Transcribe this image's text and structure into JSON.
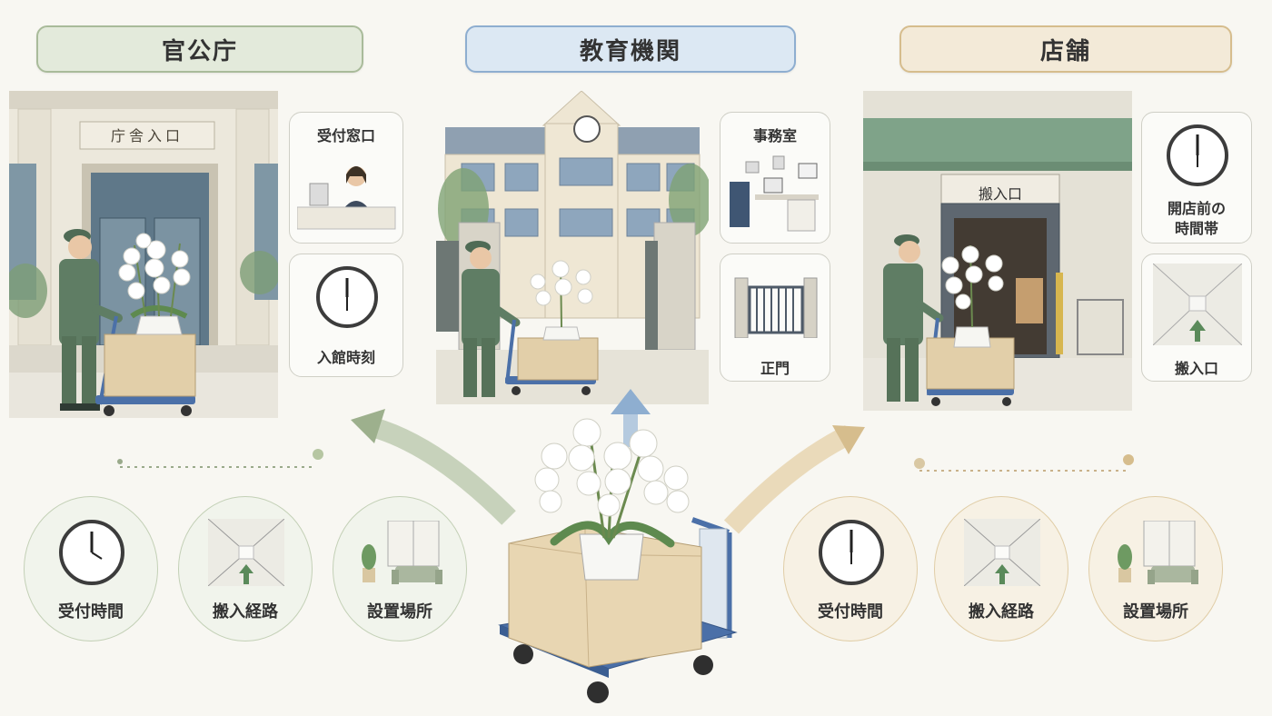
{
  "headers": {
    "government": "官公庁",
    "education": "教育機関",
    "store": "店舗"
  },
  "government": {
    "building_sign": "庁舎入口",
    "cards": [
      {
        "label": "受付窓口",
        "icon": "reception-desk-icon"
      },
      {
        "label": "入館時刻",
        "icon": "clock-icon"
      }
    ],
    "circles": [
      {
        "label": "受付時間",
        "icon": "clock-icon"
      },
      {
        "label": "搬入経路",
        "icon": "corridor-icon"
      },
      {
        "label": "設置場所",
        "icon": "lounge-icon"
      }
    ]
  },
  "education": {
    "cards": [
      {
        "label": "事務室",
        "icon": "office-icon"
      },
      {
        "label": "正門",
        "icon": "gate-icon"
      }
    ]
  },
  "store": {
    "building_sign": "搬入口",
    "cards": [
      {
        "label": "開店前の",
        "label2": "時間帯",
        "icon": "clock-icon"
      },
      {
        "label": "搬入口",
        "icon": "corridor-icon"
      }
    ],
    "circles": [
      {
        "label": "受付時間",
        "icon": "clock-icon"
      },
      {
        "label": "搬入経路",
        "icon": "corridor-icon"
      },
      {
        "label": "設置場所",
        "icon": "lounge-icon"
      }
    ]
  },
  "colors": {
    "government_accent": "#a9bb9a",
    "education_accent": "#8eaed0",
    "store_accent": "#d6bd8d",
    "uniform": "#5f7d64",
    "cart": "#4b70a8",
    "box": "#e2cfa9"
  }
}
